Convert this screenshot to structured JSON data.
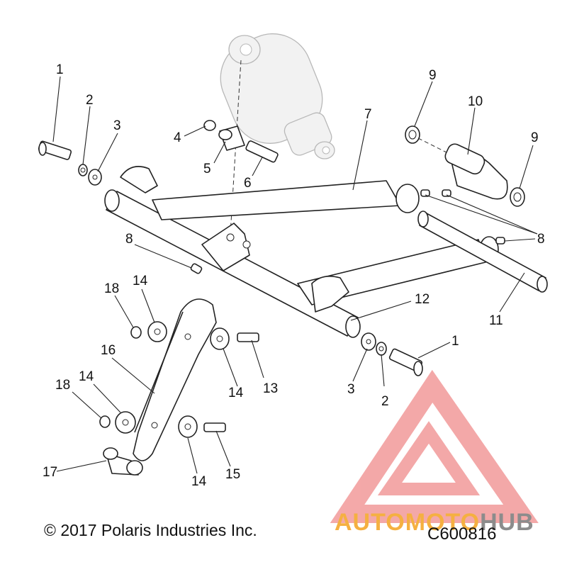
{
  "diagram": {
    "callouts": [
      "1",
      "2",
      "3",
      "4",
      "5",
      "6",
      "7",
      "8",
      "9",
      "10",
      "9",
      "8",
      "8",
      "11",
      "12",
      "1",
      "2",
      "3",
      "14",
      "18",
      "16",
      "14",
      "14",
      "13",
      "18",
      "14",
      "14",
      "15",
      "17"
    ]
  },
  "footer": {
    "copyright": "© 2017 Polaris Industries Inc.",
    "drawing_code": "C600816"
  },
  "watermark": {
    "word_part1": "AUTOMOTO",
    "word_part2": "HUB",
    "color_red": "#f08a8a",
    "color_orange": "#f5b041",
    "color_grey": "#8c8c8c"
  }
}
